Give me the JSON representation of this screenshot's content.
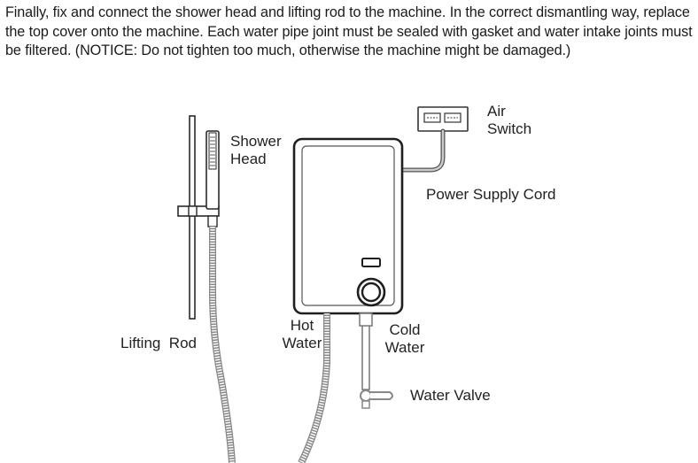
{
  "instruction": "Finally, fix and connect the shower head and lifting rod to the machine. In the correct dismantling way, replace the top cover onto the machine. Each water pipe joint must be sealed with gasket and water intake joints must be filtered. (NOTICE: Do not tighten too much, otherwise the machine might be damaged.)",
  "labels": {
    "air_switch_line1": "Air",
    "air_switch_line2": "Switch",
    "shower_head_line1": "Shower",
    "shower_head_line2": "Head",
    "power_supply_cord": "Power Supply Cord",
    "lifting_rod": "Lifting  Rod",
    "hot_water_line1": "Hot",
    "hot_water_line2": "Water",
    "cold_water_line1": "Cold",
    "cold_water_line2": "Water",
    "water_valve": "Water Valve"
  }
}
